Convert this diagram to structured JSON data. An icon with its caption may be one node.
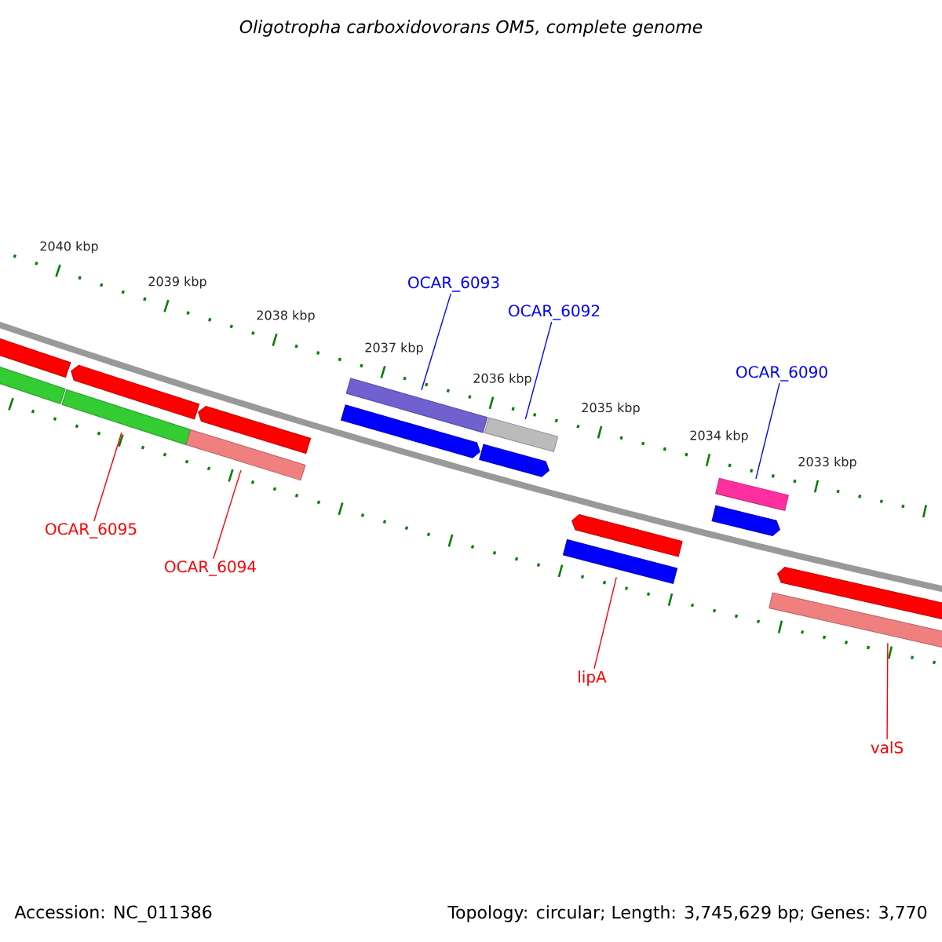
{
  "diagram": {
    "title": "Oligotropha carboxidovorans OM5, complete genome",
    "nodes": [
      {
        "text": [
          "OCAR_6093"
        ]
      },
      {
        "text": [
          "OCAR_6092"
        ]
      },
      {
        "text": [
          "OCAR_6090"
        ]
      },
      {
        "text": [
          "OCAR_6095"
        ]
      },
      {
        "text": [
          "OCAR_6094"
        ]
      },
      {
        "text": [
          "lipA"
        ]
      },
      {
        "text": [
          "valS"
        ]
      },
      {
        "text": [],
        "shape": "bar"
      },
      {
        "text": [],
        "shape": "bar"
      },
      {
        "text": [],
        "shape": "bar"
      },
      {
        "text": [],
        "shape": "bar"
      },
      {
        "text": [],
        "shape": "bar"
      },
      {
        "text": [],
        "shape": "bar"
      },
      {
        "text": [],
        "shape": "bar"
      },
      {
        "text": [],
        "shape": "bar"
      },
      {
        "text": [],
        "shape": "bar"
      },
      {
        "text": [],
        "shape": "bar"
      },
      {
        "text": [],
        "shape": "bar"
      },
      {
        "text": [],
        "shape": "bar"
      },
      {
        "text": [],
        "shape": "bar"
      },
      {
        "text": [],
        "shape": "bar"
      },
      {
        "text": [],
        "shape": "bar"
      },
      {
        "text": [],
        "shape": "bar"
      }
    ],
    "edges": [
      {
        "from": 0,
        "to": 14,
        "arrow": "none",
        "color": "#0000ff"
      },
      {
        "from": 1,
        "to": 16,
        "arrow": "none",
        "color": "#0000ff"
      },
      {
        "from": 2,
        "to": 20,
        "arrow": "none",
        "color": "#0000ff"
      },
      {
        "from": 3,
        "to": 9,
        "arrow": "none"
      },
      {
        "from": 4,
        "to": 11,
        "arrow": "none"
      },
      {
        "from": 5,
        "to": 17,
        "arrow": "none"
      },
      {
        "from": 6,
        "to": 21,
        "arrow": "none"
      }
    ],
    "labels": [
      "2040 kbp",
      "2039 kbp",
      "2038 kbp",
      "2037 kbp",
      "2036 kbp",
      "2035 kbp",
      "2034 kbp",
      "2033 kbp",
      "Accession: NC_011386",
      "Topology: circular; Length: 3,745,629 bp; Genes: 3,770"
    ]
  }
}
